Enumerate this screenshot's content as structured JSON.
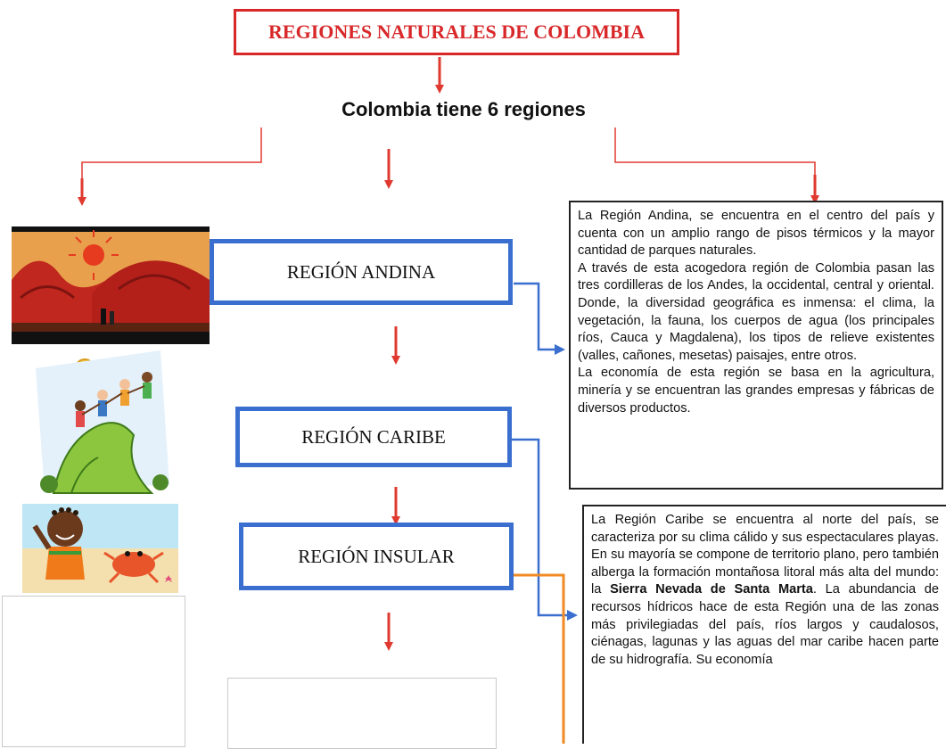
{
  "title": "REGIONES NATURALES DE COLOMBIA",
  "subtitle": "Colombia tiene 6 regiones",
  "regions": [
    {
      "label": "REGIÓN ANDINA"
    },
    {
      "label": "REGIÓN CARIBE"
    },
    {
      "label": "REGIÓN INSULAR"
    }
  ],
  "descriptions": {
    "andina": {
      "p1": "La Región Andina, se encuentra en el centro del país y cuenta con un amplio rango de pisos térmicos y la mayor cantidad de parques naturales.",
      "p2": "A través de esta acogedora región de Colombia pasan las tres cordilleras de los Andes, la occidental, central y oriental. Donde, la diversidad geográfica es inmensa: el clima, la vegetación, la fauna, los cuerpos de agua (los principales ríos, Cauca y Magdalena), los tipos de relieve existentes (valles, cañones, mesetas) paisajes, entre otros.",
      "p3": "La economía de esta región se basa en la agricultura, minería y se encuentran las grandes empresas y fábricas de diversos productos."
    },
    "caribe": {
      "part1": "La Región Caribe se encuentra al norte del país, se caracteriza por su clima cálido y sus espectaculares playas. En su mayoría se compone de territorio plano, pero también alberga la formación montañosa litoral más alta del mundo: la ",
      "bold": "Sierra Nevada de Santa Marta",
      "part2": ". La abundancia de recursos hídricos hace de esta Región una de las zonas más privilegiadas del país, ríos largos y caudalosos, ciénagas, lagunas y las aguas del mar caribe hacen parte de su hidrografía. Su economía"
    }
  },
  "colors": {
    "title_red": "#d8282a",
    "box_blue": "#3b6fcf",
    "arrow_red": "#e03a30",
    "connector_orange": "#f08a24"
  },
  "icons": {
    "andina_image": "andes-mountains-sun-illustration",
    "caribe_image": "people-climbing-green-hill-illustration",
    "insular_image": "child-on-beach-with-crab-illustration"
  }
}
